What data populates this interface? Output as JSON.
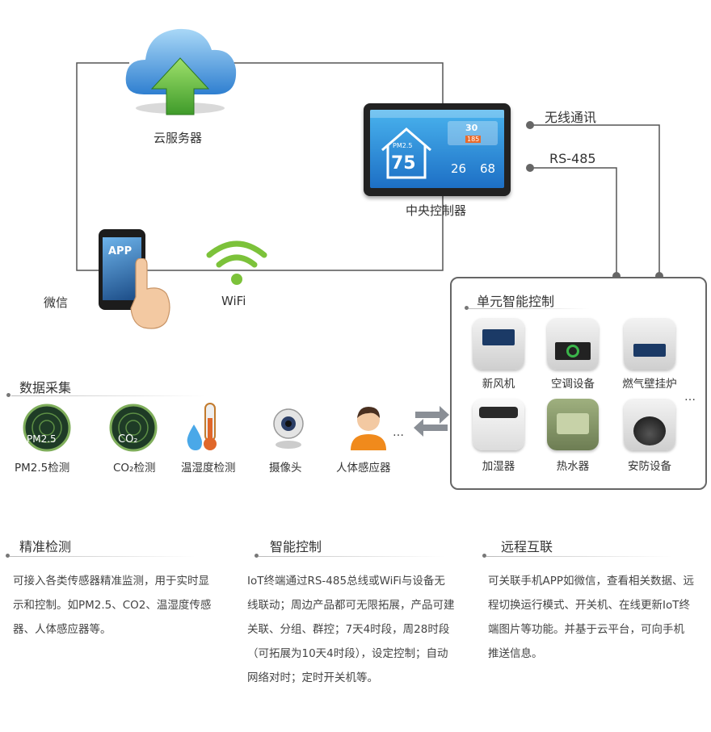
{
  "top": {
    "cloud_label": "云服务器",
    "controller_label": "中央控制器",
    "wireless_label": "无线通讯",
    "rs485_label": "RS-485",
    "wechat_label": "微信",
    "wifi_label": "WiFi",
    "app_screen_text": "APP"
  },
  "controller_screen": {
    "pm_text": "PM2.5",
    "pm_value": "75",
    "temp_value": "30",
    "aqi_value": "185",
    "temp2_value": "26",
    "humid_value": "68"
  },
  "unit": {
    "title": "单元智能控制",
    "devices": [
      {
        "label": "新风机"
      },
      {
        "label": "空调设备"
      },
      {
        "label": "燃气壁挂炉"
      },
      {
        "label": "加湿器"
      },
      {
        "label": "热水器"
      },
      {
        "label": "安防设备"
      }
    ],
    "more": "…"
  },
  "data_collect": {
    "title": "数据采集",
    "sensors": [
      {
        "label": "PM2.5检测",
        "icon_text": "PM2.5"
      },
      {
        "label": "CO₂检测",
        "icon_text": "CO₂"
      },
      {
        "label": "温湿度检测"
      },
      {
        "label": "摄像头"
      },
      {
        "label": "人体感应器"
      }
    ],
    "more": "…"
  },
  "bottom": [
    {
      "title": "精准检测",
      "text": "可接入各类传感器精准监测，用于实时显示和控制。如PM2.5、CO2、温湿度传感器、人体感应器等。"
    },
    {
      "title": "智能控制",
      "text": "IoT终端通过RS-485总线或WiFi与设备无线联动；周边产品都可无限拓展，产品可建关联、分组、群控；7天4时段，周28时段（可拓展为10天4时段），设定控制；自动网络对时；定时开关机等。"
    },
    {
      "title": "远程互联",
      "text": "可关联手机APP如微信，查看相关数据、远程切换运行模式、开关机、在线更新IoT终端图片等功能。并基于云平台，可向手机推送信息。"
    }
  ],
  "colors": {
    "wire": "#555555",
    "cloud": "#3a8fd6",
    "arrow_green": "#5bb43c",
    "wifi_green": "#7cc23a",
    "arrow_gray": "#8a8f96"
  }
}
